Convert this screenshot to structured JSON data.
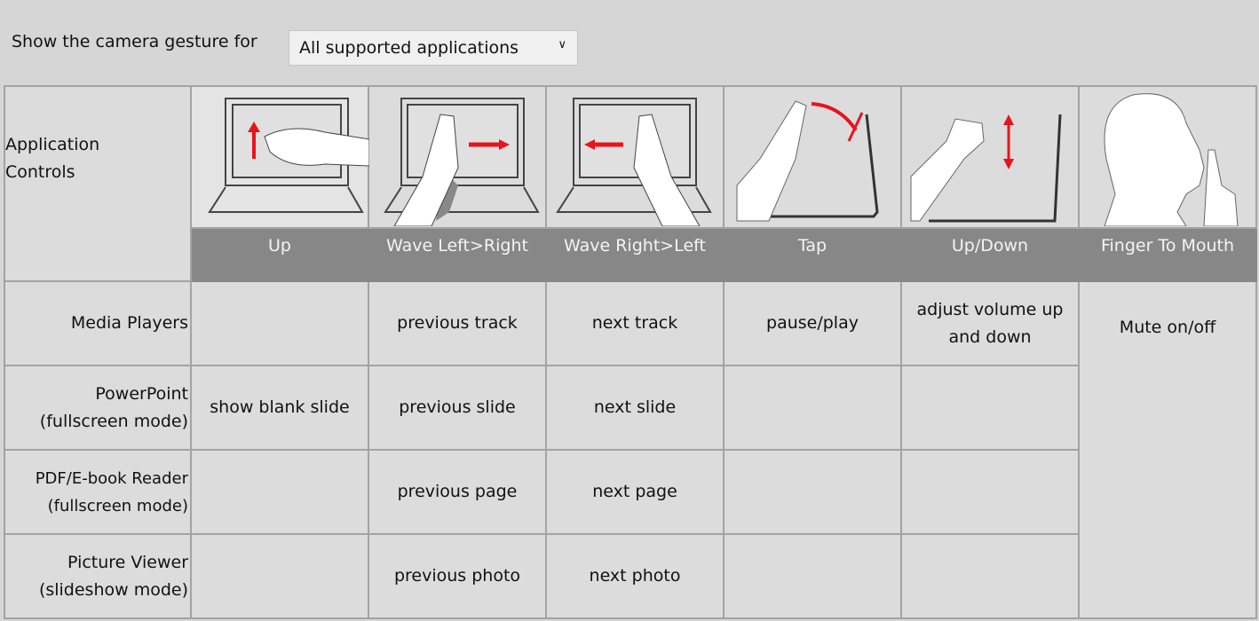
{
  "filter": {
    "label": "Show the camera gesture for",
    "selected": "All supported applications"
  },
  "table": {
    "corner_label": "Application Controls",
    "gestures": [
      "Up",
      "Wave Left>Right",
      "Wave Right>Left",
      "Tap",
      "Up/Down",
      "Finger To Mouth"
    ],
    "rows": [
      {
        "app": "Media Players",
        "cells": [
          "",
          "previous track",
          "next track",
          "pause/play",
          "adjust volume up and down"
        ]
      },
      {
        "app": "PowerPoint (fullscreen mode)",
        "cells": [
          "show blank slide",
          "previous slide",
          "next slide",
          "",
          ""
        ]
      },
      {
        "app": "PDF/E-book Reader (fullscreen mode)",
        "cells": [
          "",
          "previous page",
          "next page",
          "",
          ""
        ]
      },
      {
        "app": "Picture Viewer (slideshow mode)",
        "cells": [
          "",
          "previous photo",
          "next photo",
          "",
          ""
        ]
      }
    ],
    "finger_to_mouth_action": "Mute on/off"
  },
  "colors": {
    "arrow": "#e8141c",
    "band": "#878787"
  }
}
